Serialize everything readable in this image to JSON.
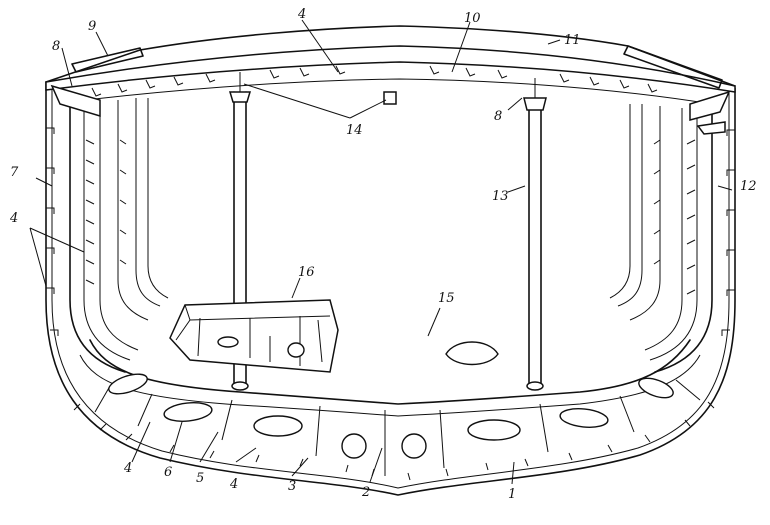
{
  "figure": {
    "labels": [
      {
        "id": "1",
        "text": "1"
      },
      {
        "id": "2",
        "text": "2"
      },
      {
        "id": "3",
        "text": "3"
      },
      {
        "id": "4a",
        "text": "4"
      },
      {
        "id": "4b",
        "text": "4"
      },
      {
        "id": "4c",
        "text": "4"
      },
      {
        "id": "4d",
        "text": "4"
      },
      {
        "id": "5",
        "text": "5"
      },
      {
        "id": "6",
        "text": "6"
      },
      {
        "id": "7",
        "text": "7"
      },
      {
        "id": "8a",
        "text": "8"
      },
      {
        "id": "8b",
        "text": "8"
      },
      {
        "id": "9",
        "text": "9"
      },
      {
        "id": "10",
        "text": "10"
      },
      {
        "id": "11",
        "text": "11"
      },
      {
        "id": "12",
        "text": "12"
      },
      {
        "id": "13",
        "text": "13"
      },
      {
        "id": "14",
        "text": "14"
      },
      {
        "id": "15",
        "text": "15"
      },
      {
        "id": "16",
        "text": "16"
      }
    ]
  }
}
